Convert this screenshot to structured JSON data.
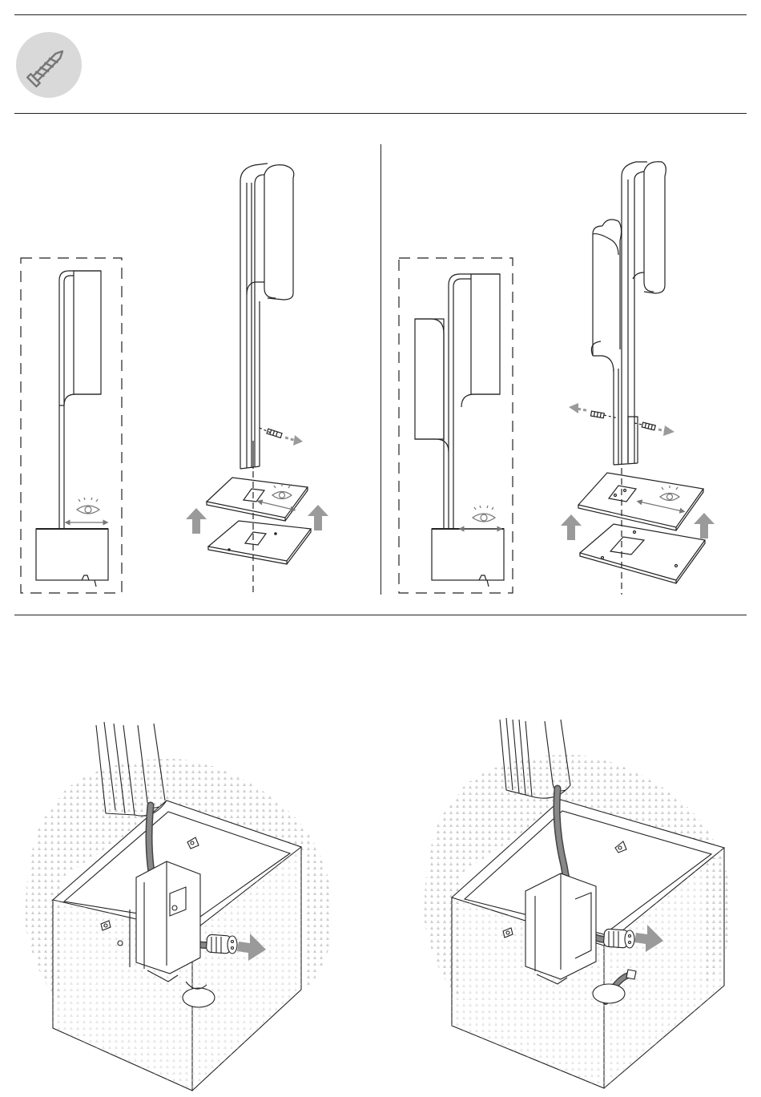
{
  "header": {
    "tool_icon": "screw-icon",
    "badge_color": "#d9d9d9"
  },
  "panels": [
    {
      "id": "single-lamp",
      "icons": [
        "eye-icon",
        "arrow-up-icon",
        "arrow-right-icon"
      ]
    },
    {
      "id": "double-lamp",
      "icons": [
        "eye-icon",
        "arrow-up-icon",
        "arrow-left-icon",
        "arrow-right-icon"
      ]
    }
  ],
  "details": [
    {
      "id": "junction-box-left",
      "icons": [
        "cable-connector-icon",
        "arrow-right-icon"
      ]
    },
    {
      "id": "junction-box-right",
      "icons": [
        "cable-connector-icon",
        "arrow-right-icon"
      ]
    }
  ],
  "colors": {
    "line": "#222222",
    "arrow": "#9a9a9a",
    "stipple": "#cfcfcf",
    "badge": "#d9d9d9"
  }
}
